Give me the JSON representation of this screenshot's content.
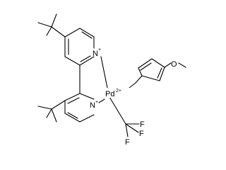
{
  "molecule": {
    "atoms": {
      "n_upper": "N",
      "n_lower": "N",
      "pd": "Pd",
      "o": "O",
      "f1": "F",
      "f2": "F",
      "f3": "F"
    },
    "charges": {
      "n_upper": "+",
      "n_lower": "+",
      "pd": "2+"
    }
  }
}
